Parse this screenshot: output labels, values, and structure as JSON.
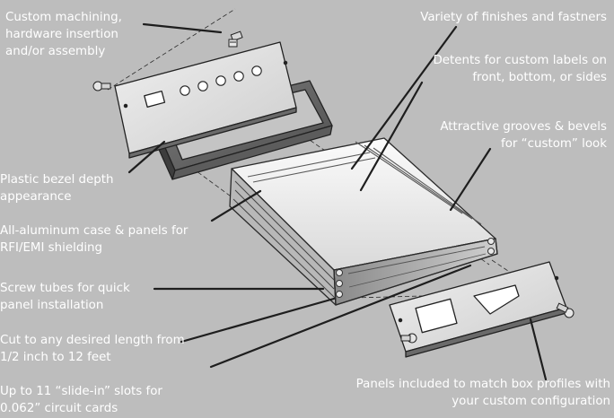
{
  "colors": {
    "background": "#bdbdbd",
    "label_text": "#ffffff",
    "leader_line": "#1e1e1e",
    "metal_light": "#f2f2f2",
    "metal_mid": "#9a9a9a",
    "metal_dark": "#4a4a4a",
    "outline": "#2a2a2a"
  },
  "labels": {
    "machining": [
      "Custom machining,",
      "hardware insertion",
      "and/or assembly"
    ],
    "finishes": [
      "Variety of finishes and fastners"
    ],
    "detents": [
      "Detents for custom labels on",
      "front, bottom, or sides"
    ],
    "grooves": [
      "Attractive grooves & bevels",
      "for “custom” look"
    ],
    "bezel": [
      "Plastic bezel depth",
      "appearance"
    ],
    "aluminum": [
      "All-aluminum case & panels for",
      "RFI/EMI shielding"
    ],
    "screw_tubes": [
      "Screw tubes for quick",
      "panel installation"
    ],
    "cut_length": [
      "Cut to any desired length from",
      "1/2 inch to 12 feet"
    ],
    "slots": [
      "Up to 11 “slide-in” slots for",
      "0.062” circuit cards"
    ],
    "panels": [
      "Panels included to match box profiles with",
      "your custom configuration"
    ]
  }
}
